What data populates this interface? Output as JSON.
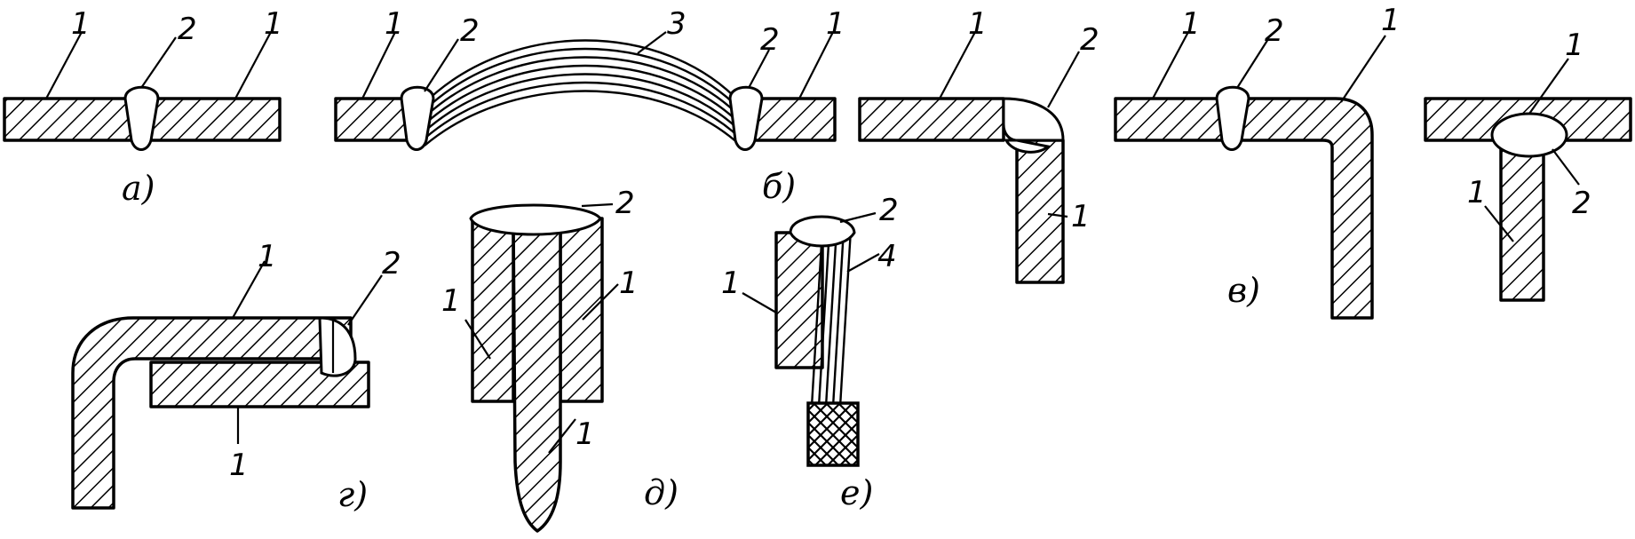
{
  "figure": {
    "captions": {
      "a": "а)",
      "b": "б)",
      "v": "в)",
      "g": "г)",
      "d": "д)",
      "e": "е)"
    },
    "labels": {
      "part": "1",
      "weld": "2",
      "braid": "3",
      "wire": "4"
    }
  }
}
